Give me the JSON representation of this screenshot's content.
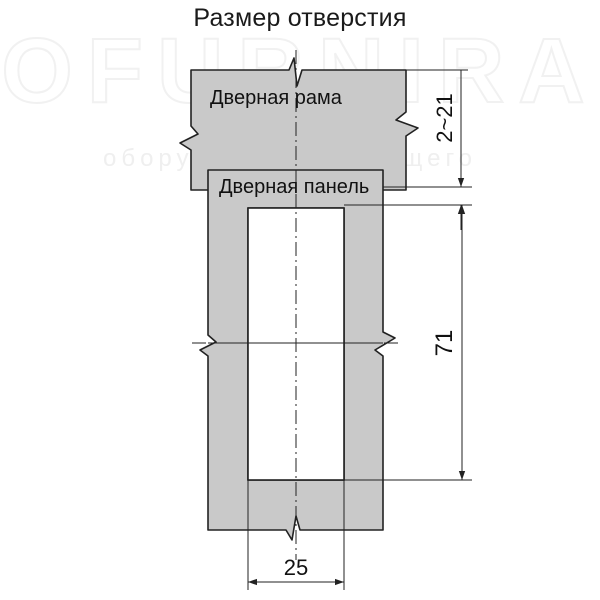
{
  "title": "Размер отверстия",
  "watermark": {
    "brand": "OFURNIRA",
    "tagline": "оборудования будущего"
  },
  "labels": {
    "door_frame": "Дверная рама",
    "door_panel": "Дверная панель"
  },
  "dimensions": {
    "gap": "2~21",
    "hole_height": "71",
    "hole_width": "25"
  },
  "colors": {
    "fill": "#c9c9c9",
    "stroke": "#222222",
    "background": "#ffffff"
  }
}
